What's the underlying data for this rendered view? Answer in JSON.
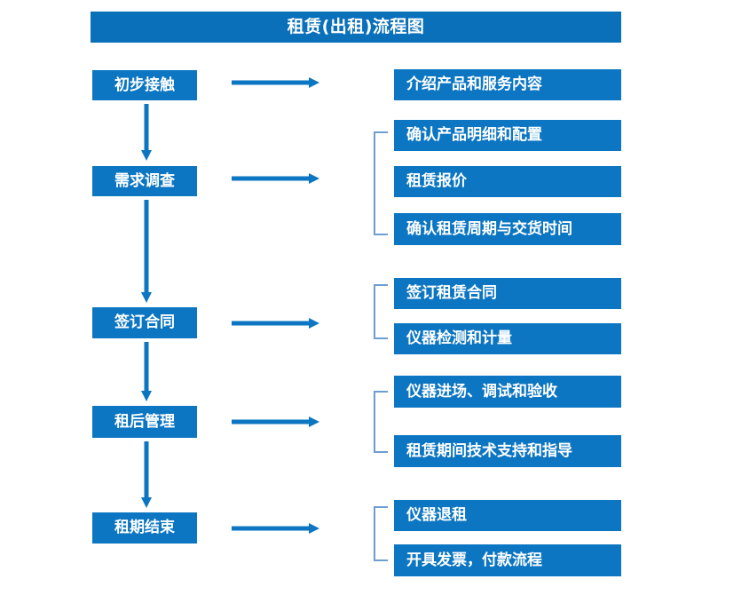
{
  "diagram": {
    "title": "租赁(出租)流程图",
    "accent_color": "#0c76c2",
    "title_bar_color": "#0a70ba",
    "bracket_color": "#6f9dd0",
    "text_color": "#ffffff",
    "background_color": "#ffffff"
  },
  "stages": [
    {
      "label": "初步接触"
    },
    {
      "label": "需求调查"
    },
    {
      "label": "签订合同"
    },
    {
      "label": "租后管理"
    },
    {
      "label": "租期结束"
    }
  ],
  "details": {
    "group1": [
      {
        "label": "介绍产品和服务内容"
      }
    ],
    "group2": [
      {
        "label": "确认产品明细和配置"
      },
      {
        "label": "租赁报价"
      },
      {
        "label": "确认租赁周期与交货时间"
      }
    ],
    "group3": [
      {
        "label": "签订租赁合同"
      },
      {
        "label": "仪器检测和计量"
      }
    ],
    "group4": [
      {
        "label": "仪器进场、调试和验收"
      },
      {
        "label": "租赁期间技术支持和指导"
      }
    ],
    "group5": [
      {
        "label": "仪器退租"
      },
      {
        "label": "开具发票，付款流程"
      }
    ]
  },
  "connectors": {
    "horizontal_arrows": [
      {
        "name": "stage-1-to-details"
      },
      {
        "name": "stage-2-to-details"
      },
      {
        "name": "stage-3-to-details"
      },
      {
        "name": "stage-4-to-details"
      },
      {
        "name": "stage-5-to-details"
      }
    ],
    "vertical_arrows": [
      {
        "name": "stage-1-to-stage-2"
      },
      {
        "name": "stage-2-to-stage-3"
      },
      {
        "name": "stage-3-to-stage-4"
      },
      {
        "name": "stage-4-to-stage-5"
      }
    ],
    "brackets": [
      {
        "name": "bracket-group-2"
      },
      {
        "name": "bracket-group-3"
      },
      {
        "name": "bracket-group-4"
      },
      {
        "name": "bracket-group-5"
      }
    ]
  }
}
